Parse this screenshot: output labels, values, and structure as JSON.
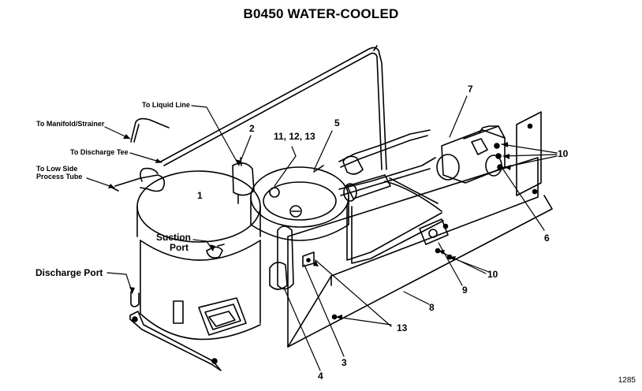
{
  "title": "B0450 WATER-COOLED",
  "figure_number": "1285",
  "labels": {
    "to_liquid_line": "To Liquid Line",
    "to_manifold_strainer": "To Manifold/Strainer",
    "to_discharge_tee": "To Discharge Tee",
    "to_low_side_line1": "To Low Side",
    "to_low_side_line2": "Process Tube",
    "suction_line1": "Suction",
    "suction_line2": "Port",
    "discharge_port": "Discharge Port"
  },
  "callouts": [
    "1",
    "2",
    "11, 12, 13",
    "5",
    "7",
    "10",
    "6",
    "10",
    "9",
    "8",
    "13",
    "3",
    "4"
  ],
  "colors": {
    "ink": "#000000",
    "paper": "#ffffff"
  }
}
